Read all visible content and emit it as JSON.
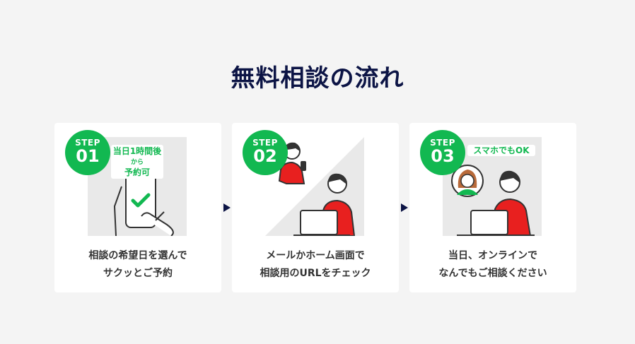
{
  "page": {
    "title": "無料相談の流れ"
  },
  "steps": [
    {
      "label": "STEP",
      "number": "01",
      "tag_main": "当日1時間後",
      "tag_small": "から",
      "tag_line2": "予約可",
      "caption_line1": "相談の希望日を選んで",
      "caption_line2": "サクッとご予約"
    },
    {
      "label": "STEP",
      "number": "02",
      "caption_line1": "メールかホーム画面で",
      "caption_line2": "相談用のURLをチェック"
    },
    {
      "label": "STEP",
      "number": "03",
      "tag_main": "スマホでもOK",
      "caption_line1": "当日、オンラインで",
      "caption_line2": "なんでもご相談ください"
    }
  ],
  "colors": {
    "accent": "#12b851",
    "title": "#0c1445",
    "person_shirt": "#e8201f"
  }
}
